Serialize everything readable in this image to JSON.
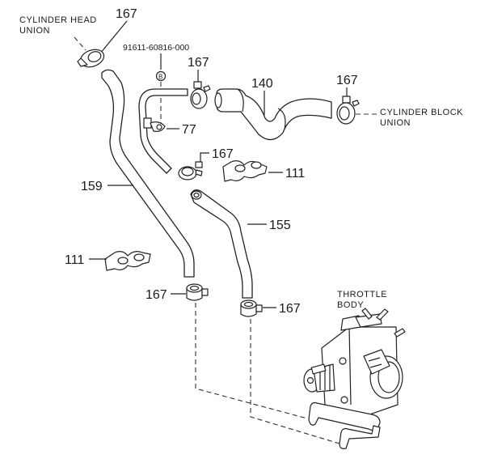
{
  "diagram": {
    "title": "Throttle body coolant hose layout",
    "labels": {
      "cyl_head_union_line1": "CYLINDER HEAD",
      "cyl_head_union_line2": "UNION",
      "cyl_block_union_line1": "CYLINDER BLOCK",
      "cyl_block_union_line2": "UNION",
      "throttle_body_line1": "THROTTLE",
      "throttle_body_line2": "BODY",
      "part_number": "91611-60816-000",
      "bolt_marker": "B"
    },
    "callouts": {
      "clamp_head": "167",
      "clamp_upper_mid": "167",
      "clamp_block": "167",
      "clamp_center": "167",
      "clamp_lower_left": "167",
      "clamp_lower_right": "167",
      "hose_140": "140",
      "hose_159": "159",
      "hose_155": "155",
      "bracket_77": "77",
      "clip_right": "111",
      "clip_left": "111"
    }
  }
}
